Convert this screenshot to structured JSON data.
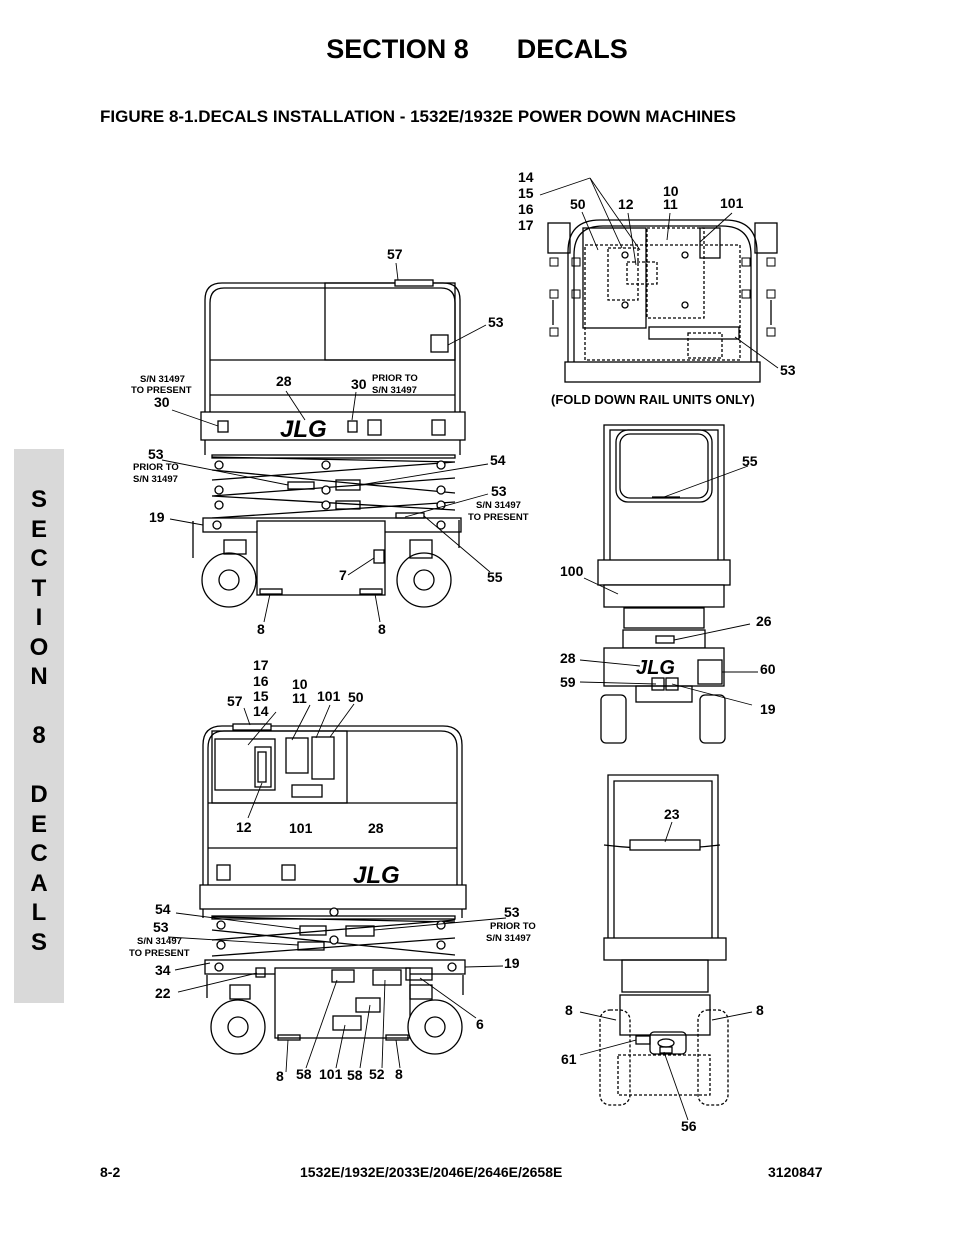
{
  "header": {
    "section": "SECTION 8",
    "topic": "DECALS"
  },
  "figure_caption": "FIGURE 8-1.DECALS INSTALLATION - 1532E/1932E POWER DOWN MACHINES",
  "side_tab": "SECTION 8 DECALS",
  "footer": {
    "page": "8-2",
    "models": "1532E/1932E/2033E/2046E/2646E/2658E",
    "doc_number": "3120847"
  },
  "notes": {
    "sn_present": [
      "S/N 31497",
      "TO PRESENT"
    ],
    "prior_to": [
      "PRIOR TO",
      "S/N 31497"
    ],
    "fold_down": "(FOLD DOWN RAIL UNITS ONLY)"
  },
  "brand": "JLG",
  "callouts": {
    "v1": [
      "57",
      "53",
      "28",
      "30",
      "30",
      "53",
      "54",
      "53",
      "19",
      "7",
      "55",
      "8",
      "8"
    ],
    "v2": [
      "14",
      "15",
      "16",
      "17",
      "50",
      "12",
      "10",
      "11",
      "101",
      "53"
    ],
    "v3": [
      "17",
      "16",
      "15",
      "14",
      "10",
      "11",
      "101",
      "50",
      "57",
      "12",
      "101",
      "28",
      "54",
      "53",
      "53",
      "34",
      "19",
      "22",
      "6",
      "8",
      "58",
      "101",
      "58",
      "52",
      "8"
    ],
    "v4": [
      "55",
      "100",
      "26",
      "28",
      "60",
      "59",
      "19"
    ],
    "v5": [
      "23",
      "8",
      "8",
      "61",
      "56"
    ]
  }
}
